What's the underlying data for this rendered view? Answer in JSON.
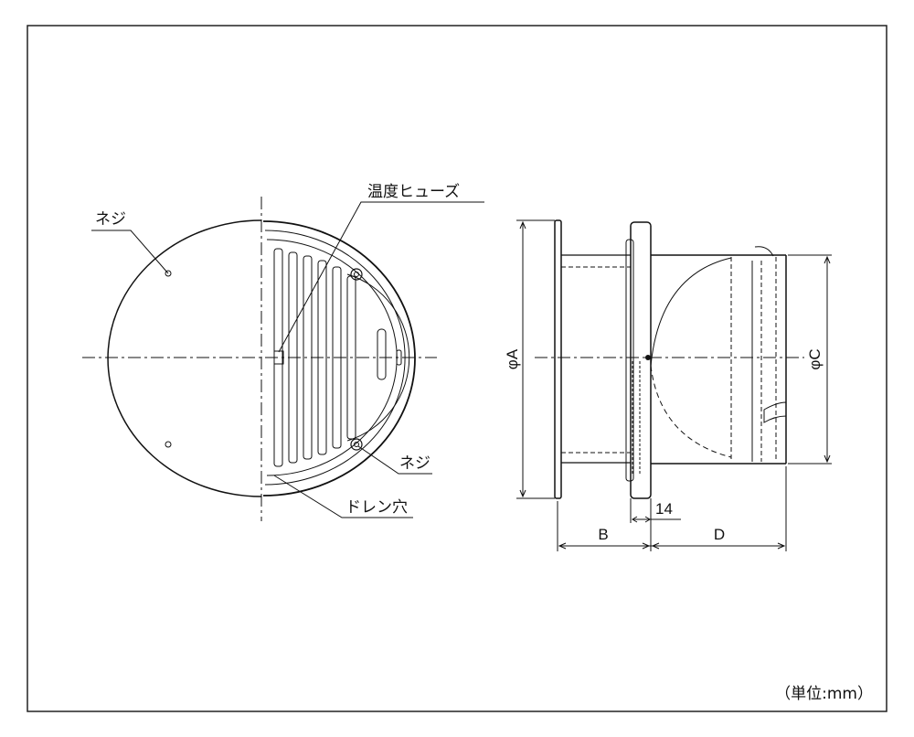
{
  "labels": {
    "screw_top_left": "ネジ",
    "temperature_fuse": "温度ヒューズ",
    "screw_bottom_right": "ネジ",
    "drain_hole": "ドレン穴",
    "dim_A": "φA",
    "dim_C": "φC",
    "dim_B": "B",
    "dim_D": "D",
    "dim_14": "14",
    "unit": "（単位:mm）"
  }
}
